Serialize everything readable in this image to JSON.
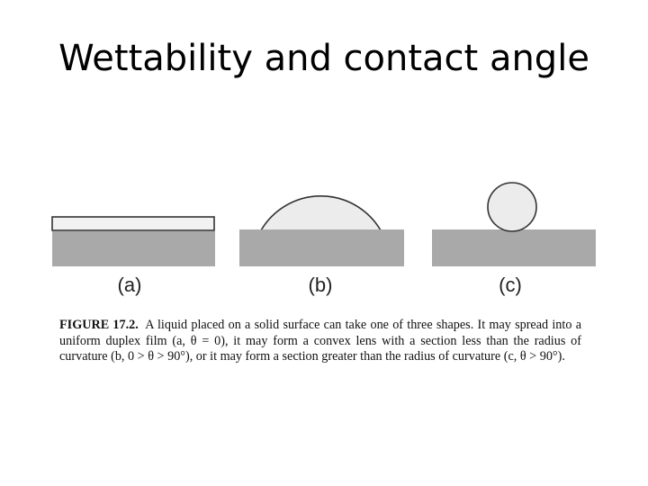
{
  "slide": {
    "title": "Wettability and contact angle"
  },
  "figure": {
    "panels": [
      {
        "label": "(a)",
        "shape": "uniform duplex film"
      },
      {
        "label": "(b)",
        "shape": "convex lens"
      },
      {
        "label": "(c)",
        "shape": "sphere on surface"
      }
    ],
    "colors": {
      "surface": "#a9a9a9",
      "liquid_fill": "#ececec",
      "liquid_stroke": "#333333"
    },
    "caption": {
      "number": "FIGURE 17.2.",
      "text": "A liquid placed on a solid surface can take one of three shapes. It may spread into a uniform duplex film (a, θ = 0), it may form a convex lens with a section less than the radius of curvature (b, 0 > θ > 90°), or it may form a section greater than the radius of curvature (c, θ > 90°)."
    }
  }
}
